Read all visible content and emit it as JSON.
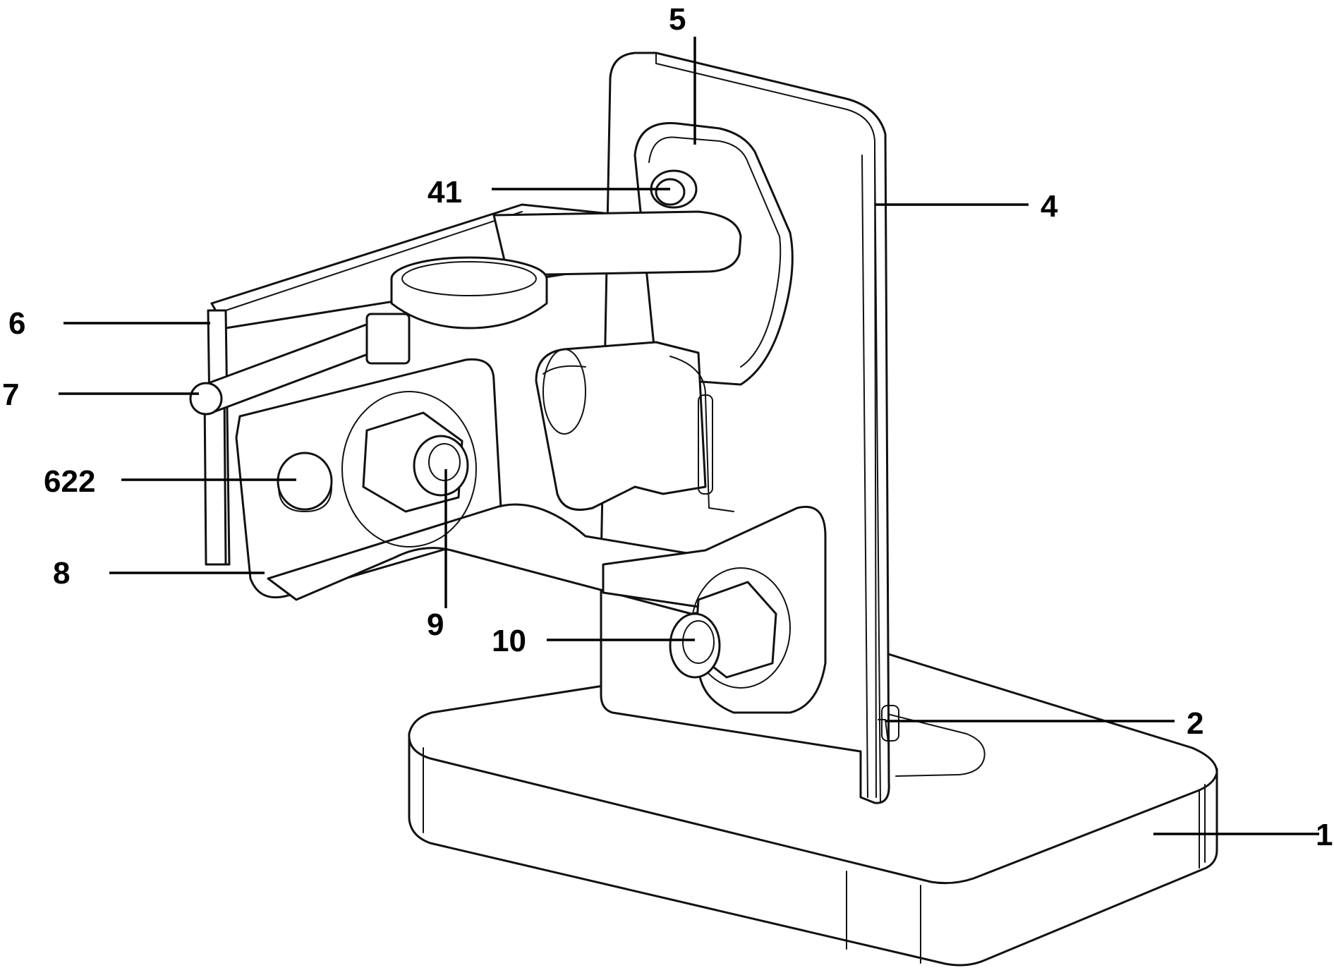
{
  "labels": [
    {
      "id": "1",
      "text": "1"
    },
    {
      "id": "2",
      "text": "2"
    },
    {
      "id": "4",
      "text": "4"
    },
    {
      "id": "41",
      "text": "41"
    },
    {
      "id": "5",
      "text": "5"
    },
    {
      "id": "6",
      "text": "6"
    },
    {
      "id": "7",
      "text": "7"
    },
    {
      "id": "622",
      "text": "622"
    },
    {
      "id": "8",
      "text": "8"
    },
    {
      "id": "9",
      "text": "9"
    },
    {
      "id": "10",
      "text": "10"
    }
  ]
}
